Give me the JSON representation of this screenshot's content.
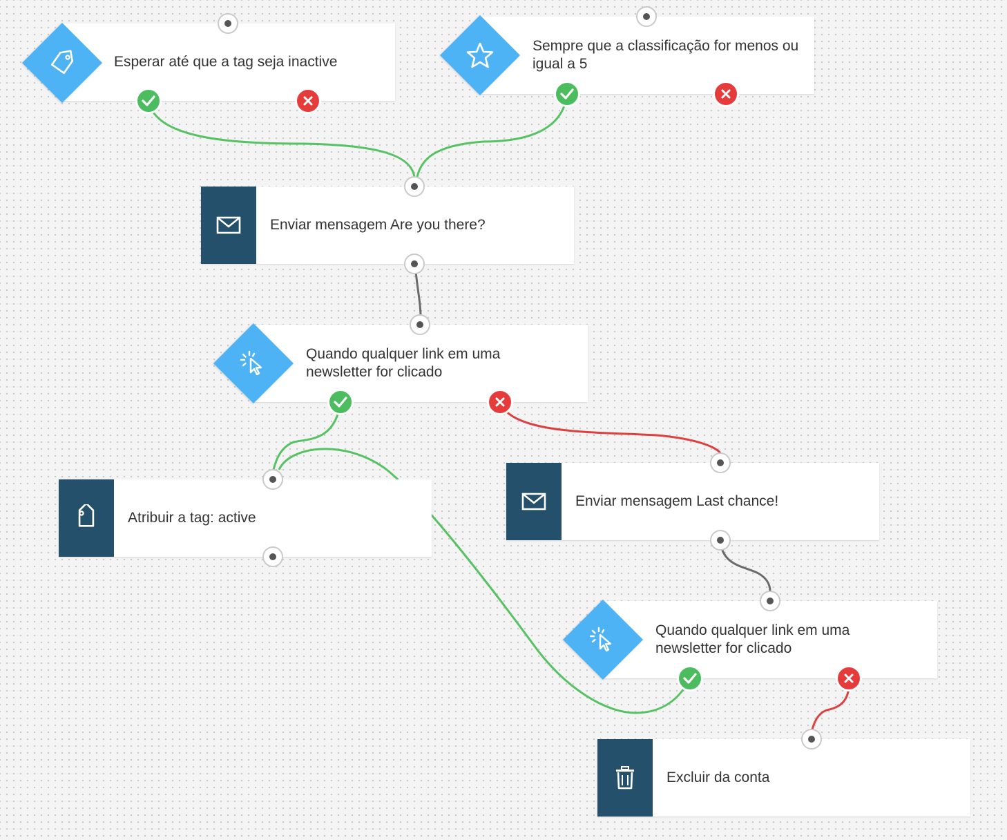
{
  "colors": {
    "action": "#25506b",
    "condition": "#4db3f5",
    "yes_connector": "#56c263",
    "no_connector": "#dc4040",
    "plain_connector": "#6b6b6b"
  },
  "nodes": {
    "wait_tag": {
      "label": "Esperar até que a tag seja inactive",
      "icon": "tag-icon",
      "kind": "condition"
    },
    "rating": {
      "label": "Sempre que a classificação for menos ou igual a 5",
      "icon": "star-icon",
      "kind": "condition"
    },
    "send_are_you_there": {
      "label": "Enviar mensagem Are you there?",
      "icon": "envelope-icon",
      "kind": "action"
    },
    "link_clicked_1": {
      "label": "Quando qualquer link em uma newsletter for clicado",
      "icon": "cursor-click-icon",
      "kind": "condition"
    },
    "assign_tag": {
      "label": "Atribuir a tag: active",
      "icon": "tag-icon",
      "kind": "action"
    },
    "send_last_chance": {
      "label": "Enviar mensagem Last chance!",
      "icon": "envelope-icon",
      "kind": "action"
    },
    "link_clicked_2": {
      "label": "Quando qualquer link em uma newsletter for clicado",
      "icon": "cursor-click-icon",
      "kind": "condition"
    },
    "delete_account": {
      "label": "Excluir da conta",
      "icon": "trash-icon",
      "kind": "action"
    }
  },
  "connections": [
    {
      "from": "wait_tag",
      "outlet": "yes",
      "to": "send_are_you_there"
    },
    {
      "from": "rating",
      "outlet": "yes",
      "to": "send_are_you_there"
    },
    {
      "from": "send_are_you_there",
      "outlet": "next",
      "to": "link_clicked_1"
    },
    {
      "from": "link_clicked_1",
      "outlet": "yes",
      "to": "assign_tag"
    },
    {
      "from": "link_clicked_1",
      "outlet": "no",
      "to": "send_last_chance"
    },
    {
      "from": "send_last_chance",
      "outlet": "next",
      "to": "link_clicked_2"
    },
    {
      "from": "link_clicked_2",
      "outlet": "yes",
      "to": "assign_tag"
    },
    {
      "from": "link_clicked_2",
      "outlet": "no",
      "to": "delete_account"
    }
  ]
}
